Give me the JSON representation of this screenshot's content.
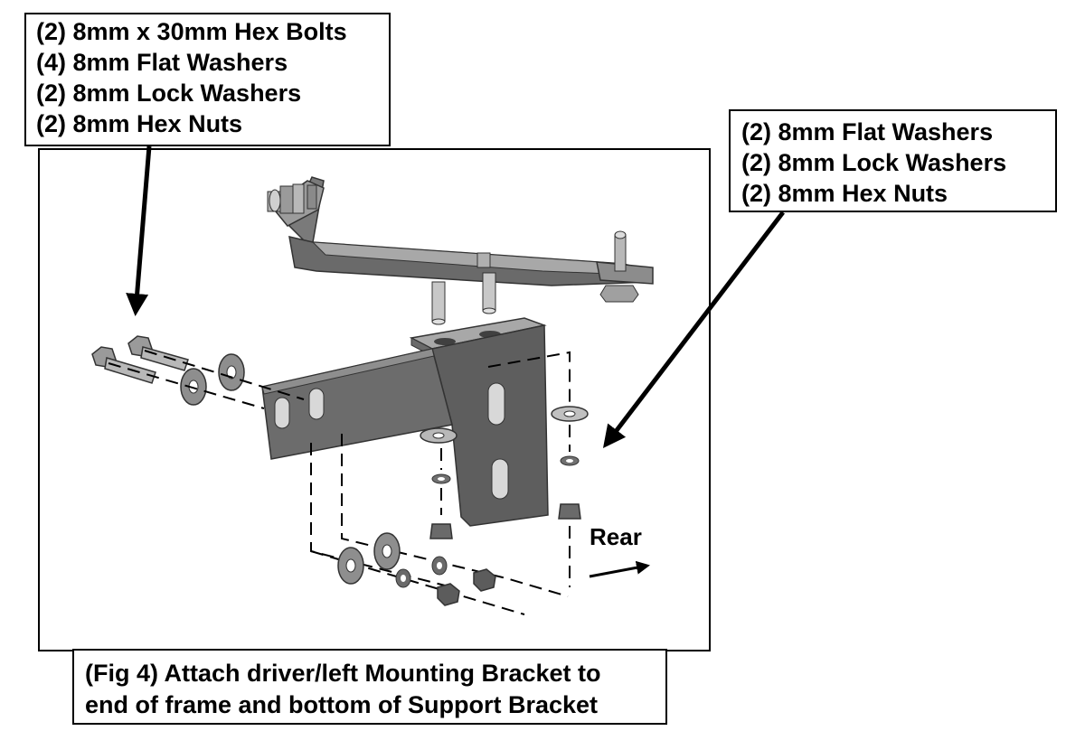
{
  "callouts": {
    "left": [
      "(2) 8mm x 30mm Hex Bolts",
      "(4) 8mm Flat Washers",
      "(2) 8mm Lock Washers",
      "(2) 8mm Hex Nuts"
    ],
    "right": [
      "(2) 8mm Flat Washers",
      "(2) 8mm Lock Washers",
      "(2) 8mm Hex Nuts"
    ]
  },
  "direction_label": "Rear",
  "caption": {
    "line1": "(Fig 4) Attach driver/left Mounting Bracket to",
    "line2": "end of frame and bottom of Support Bracket"
  },
  "colors": {
    "metal_dark": "#5a5a5a",
    "metal_mid": "#8a8a8a",
    "metal_light": "#c4c4c4",
    "ink": "#000000"
  }
}
